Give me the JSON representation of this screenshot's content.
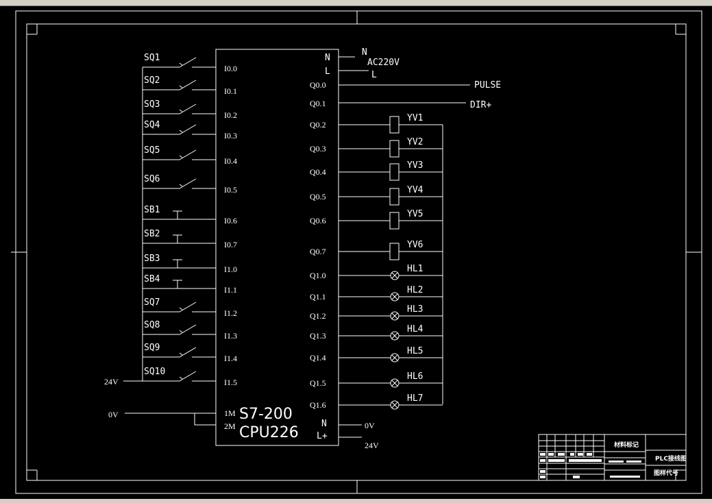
{
  "inputs": [
    {
      "sw": "SQ1",
      "port": "I0.0",
      "kind": "limit"
    },
    {
      "sw": "SQ2",
      "port": "I0.1",
      "kind": "limit"
    },
    {
      "sw": "SQ3",
      "port": "I0.2",
      "kind": "limit"
    },
    {
      "sw": "SQ4",
      "port": "I0.3",
      "kind": "limit"
    },
    {
      "sw": "SQ5",
      "port": "I0.4",
      "kind": "limit"
    },
    {
      "sw": "SQ6",
      "port": "I0.5",
      "kind": "limit"
    },
    {
      "sw": "SB1",
      "port": "I0.6",
      "kind": "button"
    },
    {
      "sw": "SB2",
      "port": "I0.7",
      "kind": "button"
    },
    {
      "sw": "SB3",
      "port": "I1.0",
      "kind": "button"
    },
    {
      "sw": "SB4",
      "port": "I1.1",
      "kind": "button"
    },
    {
      "sw": "SQ7",
      "port": "I1.2",
      "kind": "limit"
    },
    {
      "sw": "SQ8",
      "port": "I1.3",
      "kind": "limit"
    },
    {
      "sw": "SQ9",
      "port": "I1.4",
      "kind": "limit"
    },
    {
      "sw": "SQ10",
      "port": "I1.5",
      "kind": "limit"
    }
  ],
  "power_top": {
    "n_port": "N",
    "l_port": "L",
    "n_label": "N",
    "supply": "AC220V",
    "l_label": "L"
  },
  "signals": [
    {
      "port": "Q0.0",
      "label": "PULSE"
    },
    {
      "port": "Q0.1",
      "label": "DIR+"
    }
  ],
  "outputs": [
    {
      "port": "Q0.2",
      "load": "YV1",
      "kind": "coil"
    },
    {
      "port": "Q0.3",
      "load": "YV2",
      "kind": "coil"
    },
    {
      "port": "Q0.4",
      "load": "YV3",
      "kind": "coil"
    },
    {
      "port": "Q0.5",
      "load": "YV4",
      "kind": "coil"
    },
    {
      "port": "Q0.6",
      "load": "YV5",
      "kind": "coil"
    },
    {
      "port": "Q0.7",
      "load": "YV6",
      "kind": "coil"
    },
    {
      "port": "Q1.0",
      "load": "HL1",
      "kind": "lamp"
    },
    {
      "port": "Q1.1",
      "load": "HL2",
      "kind": "lamp"
    },
    {
      "port": "Q1.2",
      "load": "HL3",
      "kind": "lamp"
    },
    {
      "port": "Q1.3",
      "load": "HL4",
      "kind": "lamp"
    },
    {
      "port": "Q1.4",
      "load": "HL5",
      "kind": "lamp"
    },
    {
      "port": "Q1.5",
      "load": "HL6",
      "kind": "lamp"
    },
    {
      "port": "Q1.6",
      "load": "HL7",
      "kind": "lamp"
    }
  ],
  "supply_in": "24V",
  "common": {
    "label": "0V",
    "m1": "1M",
    "m2": "2M"
  },
  "plc": {
    "model": "S7-200",
    "cpu": "CPU226"
  },
  "power_bottom": {
    "n_port": "N",
    "l_port": "L+",
    "n_label": "0V",
    "l_label": "24V"
  },
  "title_block": {
    "material": "材料标记",
    "drawing": "PLC接线图",
    "code": "图样代号"
  }
}
